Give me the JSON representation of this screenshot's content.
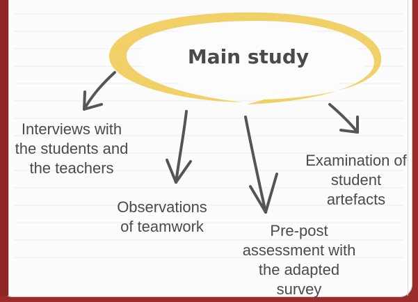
{
  "diagram": {
    "center": "Main study",
    "branches": [
      {
        "label": "Interviews with\nthe students and\nthe teachers"
      },
      {
        "label": "Observations\nof teamwork"
      },
      {
        "label": "Pre-post\nassessment with\nthe adapted\nsurvey"
      },
      {
        "label": "Examination of\nstudent\nartefacts"
      }
    ]
  }
}
